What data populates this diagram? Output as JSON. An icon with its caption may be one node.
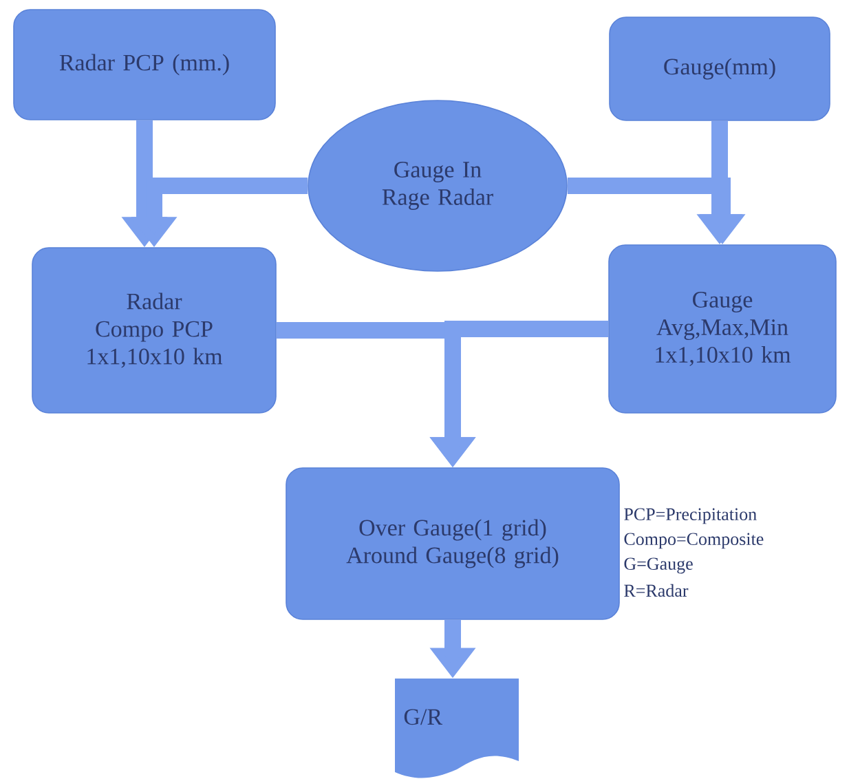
{
  "diagram": {
    "nodes": [
      {
        "text": [
          "Radar PCP (mm.)"
        ]
      },
      {
        "text": [
          "Gauge(mm)"
        ]
      },
      {
        "text": [
          "Gauge In Rage Radar"
        ]
      },
      {
        "text": [
          "Radar Compo PCP 1x1,10x10 km"
        ]
      },
      {
        "text": [
          "Gauge Avg,Max,Min 1x1,10x10 km"
        ]
      },
      {
        "text": [
          "Over Gauge(1 grid) Around Gauge(8 grid)"
        ]
      },
      {
        "text": [
          "G/R"
        ]
      }
    ],
    "edges": [
      {
        "from": 0,
        "to": 3,
        "arrow": "to"
      },
      {
        "from": 2,
        "to": 3,
        "arrow": "to"
      },
      {
        "from": 1,
        "to": 4,
        "arrow": "to"
      },
      {
        "from": 2,
        "to": 4,
        "arrow": "to"
      },
      {
        "from": 3,
        "to": 5,
        "arrow": "to"
      },
      {
        "from": 4,
        "to": 5,
        "arrow": "to"
      },
      {
        "from": 5,
        "to": 6,
        "arrow": "to"
      }
    ],
    "labels": [
      "PCP=Precipitation",
      "Compo=Composite",
      "G=Gauge",
      "R=Radar"
    ]
  }
}
